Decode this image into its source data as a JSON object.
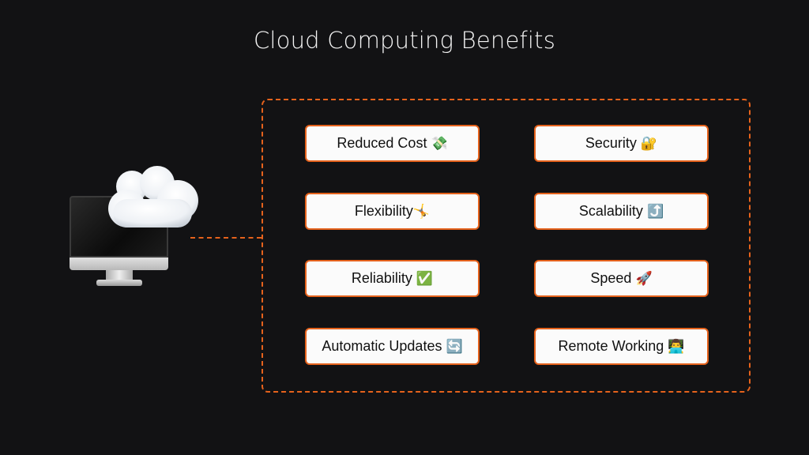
{
  "title": "Cloud Computing Benefits",
  "illustration": {
    "description": "Desktop computer with cloud",
    "icons": [
      "desktop-computer-icon",
      "cloud-icon"
    ]
  },
  "colors": {
    "background": "#121214",
    "accent": "#e5621c",
    "button_bg": "#fbfbfb",
    "title_text": "#f4f4f4"
  },
  "benefits": [
    {
      "label": "Reduced Cost",
      "emoji": "💸",
      "icon": "money-with-wings-icon"
    },
    {
      "label": "Security",
      "emoji": "🔐",
      "icon": "lock-with-key-icon"
    },
    {
      "label": "Flexibility",
      "emoji": "🤸",
      "icon": "cartwheel-icon"
    },
    {
      "label": "Scalability",
      "emoji": "⤴️",
      "icon": "arrow-up-right-icon"
    },
    {
      "label": "Reliability",
      "emoji": "✅",
      "icon": "check-mark-icon"
    },
    {
      "label": "Speed",
      "emoji": "🚀",
      "icon": "rocket-icon"
    },
    {
      "label": "Automatic Updates",
      "emoji": "🔄",
      "icon": "refresh-icon"
    },
    {
      "label": "Remote Working",
      "emoji": "👨‍💻",
      "icon": "person-laptop-icon"
    }
  ]
}
